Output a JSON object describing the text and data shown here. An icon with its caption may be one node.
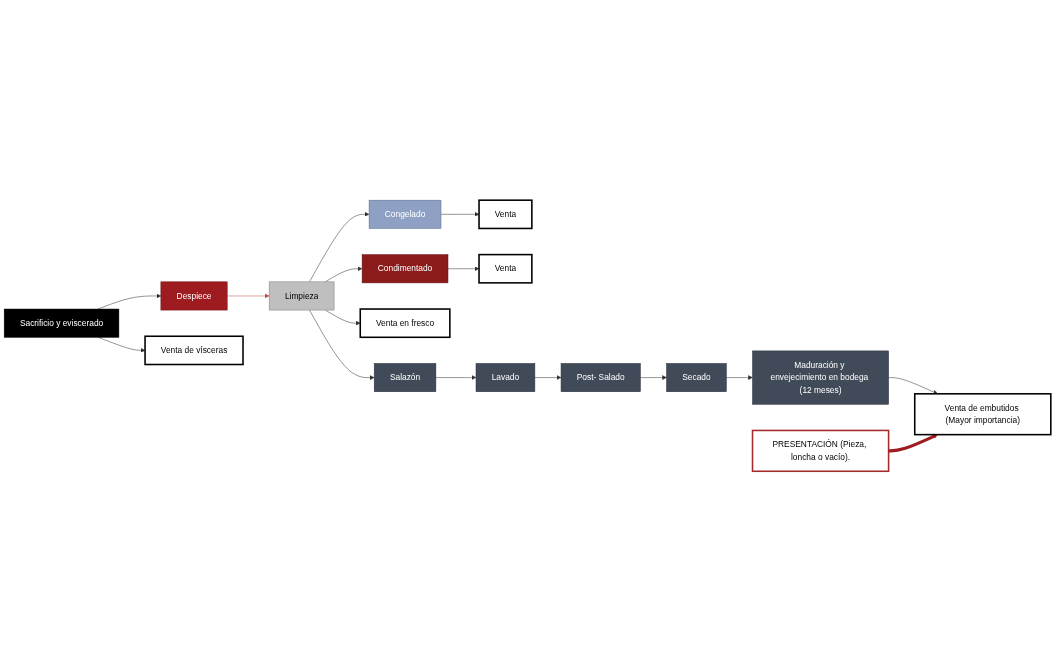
{
  "diagram": {
    "nodes": [
      {
        "text": [
          "Sacrificio y eviscerado"
        ]
      },
      {
        "text": [
          "Despiece"
        ]
      },
      {
        "text": [
          "Limpieza"
        ]
      },
      {
        "text": [
          "Congelado"
        ]
      },
      {
        "text": [
          "Venta"
        ]
      },
      {
        "text": [
          "Condimentado"
        ]
      },
      {
        "text": [
          "Venta"
        ]
      },
      {
        "text": [
          "Venta en fresco"
        ]
      },
      {
        "text": [
          "Venta de vísceras"
        ]
      },
      {
        "text": [
          "Salazón"
        ]
      },
      {
        "text": [
          "Lavado"
        ]
      },
      {
        "text": [
          "Post- Salado"
        ]
      },
      {
        "text": [
          "Secado"
        ]
      },
      {
        "text": [
          "Maduración y envejecimiento en bodega (12 meses)"
        ]
      },
      {
        "text": [
          "PRESENTACIÓN (Pieza, loncha o vacío)."
        ]
      },
      {
        "text": [
          "Venta de embutidos (Mayor importancia)"
        ]
      }
    ],
    "edges": [
      {
        "from": 0,
        "to": 1,
        "arrow": "to"
      },
      {
        "from": 1,
        "to": 2,
        "arrow": "to",
        "color": "#c0504d"
      },
      {
        "from": 2,
        "to": 3,
        "arrow": "to"
      },
      {
        "from": 3,
        "to": 4,
        "arrow": "to"
      },
      {
        "from": 2,
        "to": 5,
        "arrow": "to"
      },
      {
        "from": 5,
        "to": 6,
        "arrow": "to"
      },
      {
        "from": 2,
        "to": 7,
        "arrow": "to"
      },
      {
        "from": 0,
        "to": 8,
        "arrow": "to"
      },
      {
        "from": 2,
        "to": 9,
        "arrow": "to"
      },
      {
        "from": 9,
        "to": 10,
        "arrow": "to"
      },
      {
        "from": 10,
        "to": 11,
        "arrow": "to"
      },
      {
        "from": 11,
        "to": 12,
        "arrow": "to"
      },
      {
        "from": 12,
        "to": 13,
        "arrow": "to"
      },
      {
        "from": 13,
        "to": 15,
        "arrow": "to"
      },
      {
        "from": 14,
        "to": 15,
        "arrow": "to",
        "style": "thick",
        "color": "#9e1b20"
      }
    ]
  }
}
